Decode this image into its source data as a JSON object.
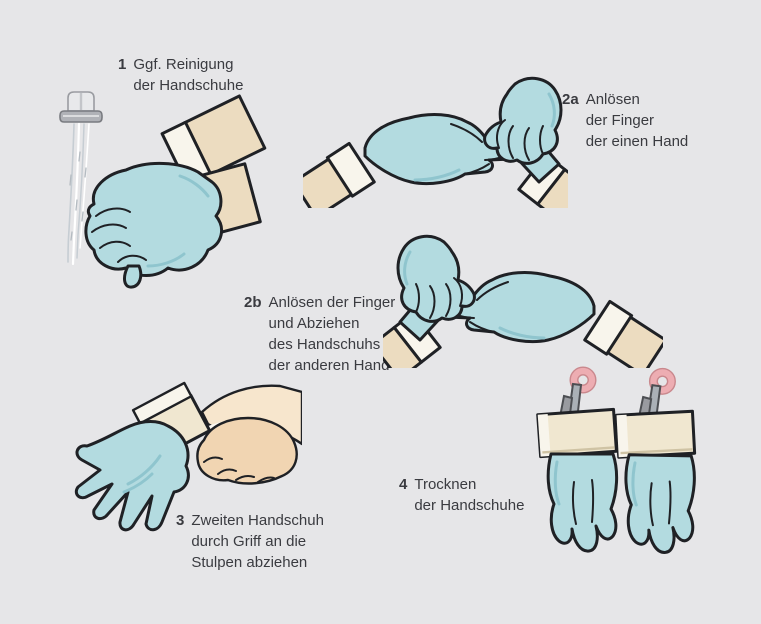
{
  "page": {
    "language": "de"
  },
  "colors": {
    "bg": "#e6e6e8",
    "text": "#3a3b40",
    "outline": "#1f2125",
    "glove": "#b3dbe0",
    "glove_shade": "#8fc5ce",
    "cuff": "#f0e7d0",
    "cuff_white": "#f8f5ec",
    "sleeve": "#ecdcc0",
    "skin": "#f1d5b2",
    "skin_light": "#f7e6cd",
    "metal_light": "#e8e9eb",
    "metal_dark": "#b0b2b7",
    "water": "#c6cdd3",
    "hook_pink": "#edadb2",
    "hook_gray": "#aab0b6"
  },
  "steps": [
    {
      "number": "1",
      "lines": [
        "Ggf. Reinigung",
        "der Handschuhe"
      ],
      "illustration": "washing-gloved-hands-under-tap"
    },
    {
      "number": "2a",
      "lines": [
        "Anlösen",
        "der Finger",
        "der einen Hand"
      ],
      "illustration": "loosening-fingers-of-one-hand"
    },
    {
      "number": "2b",
      "lines": [
        "Anlösen der Finger",
        "und Abziehen",
        "des Handschuhs",
        "der anderen Hand"
      ],
      "illustration": "loosening-fingers-and-removing-glove-of-other-hand"
    },
    {
      "number": "3",
      "lines": [
        "Zweiten Handschuh",
        "durch Griff an die",
        "Stulpen abziehen"
      ],
      "illustration": "pulling-off-second-glove-by-cuff"
    },
    {
      "number": "4",
      "lines": [
        "Trocknen",
        "der Handschuhe"
      ],
      "illustration": "gloves-hanging-up-to-dry"
    }
  ]
}
